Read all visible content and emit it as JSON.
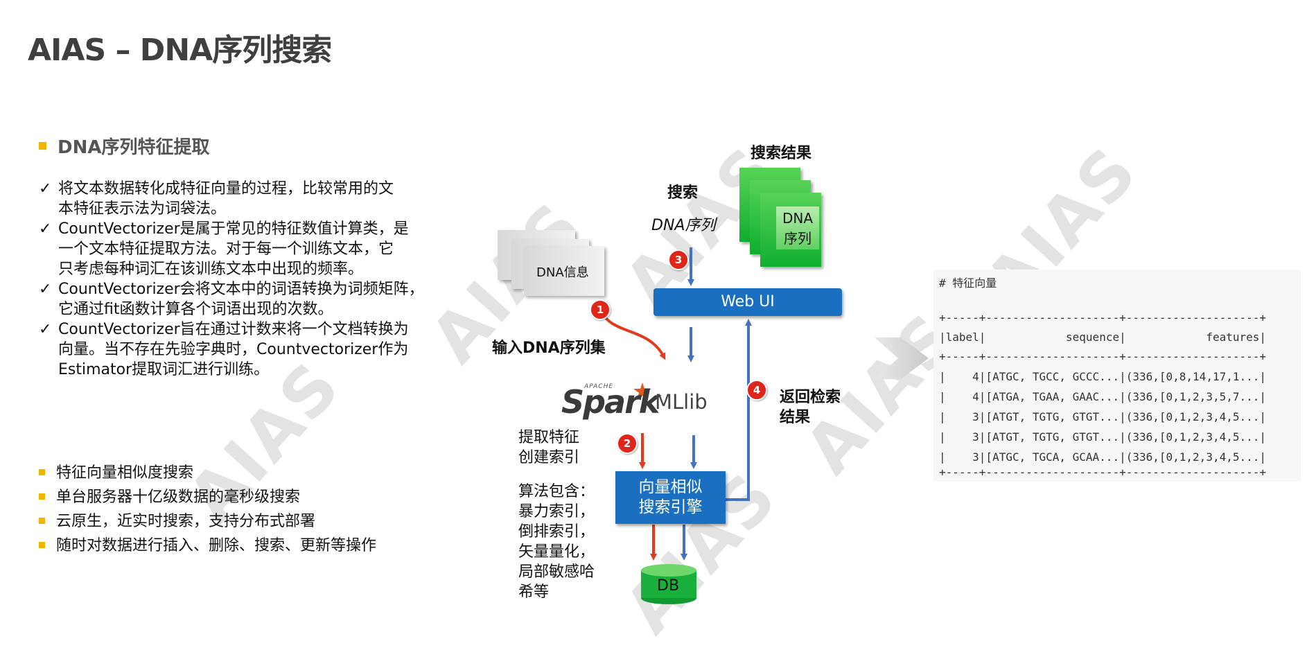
{
  "page": {
    "title": "AIAS – DNA序列搜索"
  },
  "watermark": "AIAS",
  "left": {
    "heading": "DNA序列特征提取",
    "checks": [
      [
        "将文本数据转化成特征向量的过程，比较常用的文",
        "本特征表示法为词袋法。"
      ],
      [
        "CountVectorizer是属于常见的特征数值计算类，是",
        "一个文本特征提取方法。对于每一个训练文本，它",
        "只考虑每种词汇在该训练文本中出现的频率。"
      ],
      [
        "CountVectorizer会将文本中的词语转换为词频矩阵，",
        "它通过fit函数计算各个词语出现的次数。"
      ],
      [
        "CountVectorizer旨在通过计数来将一个文档转换为",
        "向量。当不存在先验字典时，Countvectorizer作为",
        "Estimator提取词汇进行训练。"
      ]
    ],
    "check_mark": "✓",
    "bullets": [
      "特征向量相似度搜索",
      "单台服务器十亿级数据的毫秒级搜索",
      "云原生，近实时搜索，支持分布式部署",
      "随时对数据进行插入、删除、搜索、更新等操作"
    ]
  },
  "diagram": {
    "dna_info": "DNA信息",
    "input_label": "输入DNA序列集",
    "search_label": "搜索",
    "dna_seq_italic": "DNA序列",
    "search_results_label": "搜索结果",
    "result_card": "DNA\n序列",
    "web_ui": "Web UI",
    "spark_small": "APACHE",
    "spark": "Spark",
    "mllib": "MLlib",
    "return_label_1": "返回检索",
    "return_label_2": "结果",
    "extract_1": "提取特征",
    "extract_2": "创建索引",
    "algos": [
      "算法包含：",
      "暴力索引，",
      "倒排索引，",
      "矢量量化，",
      "局部敏感哈",
      "希等"
    ],
    "engine": "向量相似\n搜索引擎",
    "db": "DB",
    "badges": [
      "1",
      "2",
      "3",
      "4"
    ],
    "colors": {
      "red_arrow": "#e23a1c",
      "blue_arrow": "#4472c4",
      "box_blue": "#1a6fc0",
      "db_green": "#18b03a",
      "spark_orange": "#e25a1c"
    }
  },
  "code_panel": {
    "comment": "# 特征向量",
    "lines": [
      "+-----+--------------------+--------------------+",
      "|label|            sequence|            features|",
      "+-----+--------------------+--------------------+",
      "|    4|[ATGC, TGCC, GCCC...|(336,[0,8,14,17,1...|",
      "|    4|[ATGA, TGAA, GAAC...|(336,[0,1,2,3,5,7...|",
      "|    3|[ATGT, TGTG, GTGT...|(336,[0,1,2,3,4,5...|",
      "|    3|[ATGT, TGTG, GTGT...|(336,[0,1,2,3,4,5...|",
      "|    3|[ATGC, TGCA, GCAA...|(336,[0,1,2,3,4,5...|",
      "+-----+--------------------+--------------------+"
    ]
  }
}
